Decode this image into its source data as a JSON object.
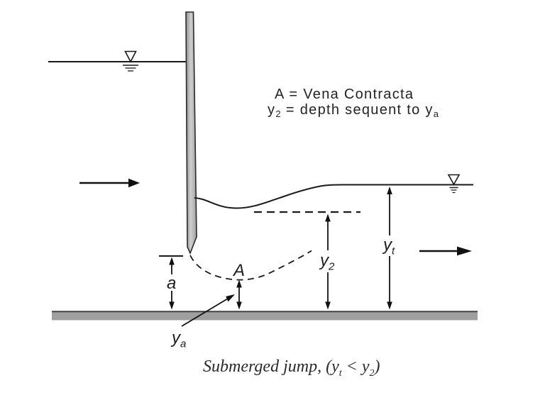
{
  "colors": {
    "background": "#ffffff",
    "ink": "#1f1f1f",
    "gate_fill_dark": "#8f8f8f",
    "gate_fill_light": "#cfcfcf",
    "gate_fill_mid": "#a0a0a0",
    "floor_fill": "#9f9f9f"
  },
  "annotation": {
    "line1": "A = Vena Contracta",
    "line2_base": "y",
    "line2_sub": "2",
    "line2_rest": " = depth sequent to y",
    "line2_rest_sub": "a"
  },
  "labels": {
    "gate_opening": "a",
    "vena_contracta_point": "A",
    "sequent_depth_base": "y",
    "sequent_depth_sub": "2",
    "tailwater_depth_base": "y",
    "tailwater_depth_sub": "t",
    "contracted_depth_base": "y",
    "contracted_depth_sub": "a"
  },
  "caption": {
    "lead": "Submerged jump, (y",
    "sub1": "t",
    "mid": " < y",
    "sub2": "2",
    "tail": ")"
  }
}
